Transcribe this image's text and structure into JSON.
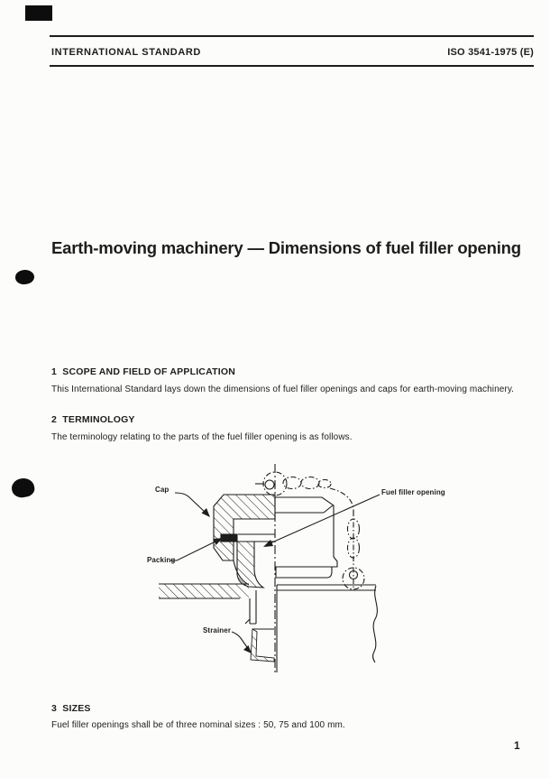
{
  "header": {
    "left": "INTERNATIONAL STANDARD",
    "right": "ISO 3541-1975 (E)"
  },
  "title": "Earth-moving machinery — Dimensions of fuel filler opening",
  "sections": [
    {
      "heading": "1  SCOPE AND FIELD OF APPLICATION",
      "body": "This International Standard lays down the dimensions of fuel filler openings and caps for earth-moving machinery."
    },
    {
      "heading": "2  TERMINOLOGY",
      "body": "The terminology relating to the parts of the fuel filler opening is as follows."
    },
    {
      "heading": "3  SIZES",
      "body": "Fuel filler openings shall be of three nominal sizes : 50, 75 and 100 mm."
    }
  ],
  "figure": {
    "labels": {
      "cap": "Cap",
      "fuel_filler_opening": "Fuel filler opening",
      "packing": "Packing",
      "strainer": "Strainer"
    }
  },
  "page_number": "1",
  "colors": {
    "ink": "#1d1d1b",
    "paper": "#fcfcfa"
  }
}
